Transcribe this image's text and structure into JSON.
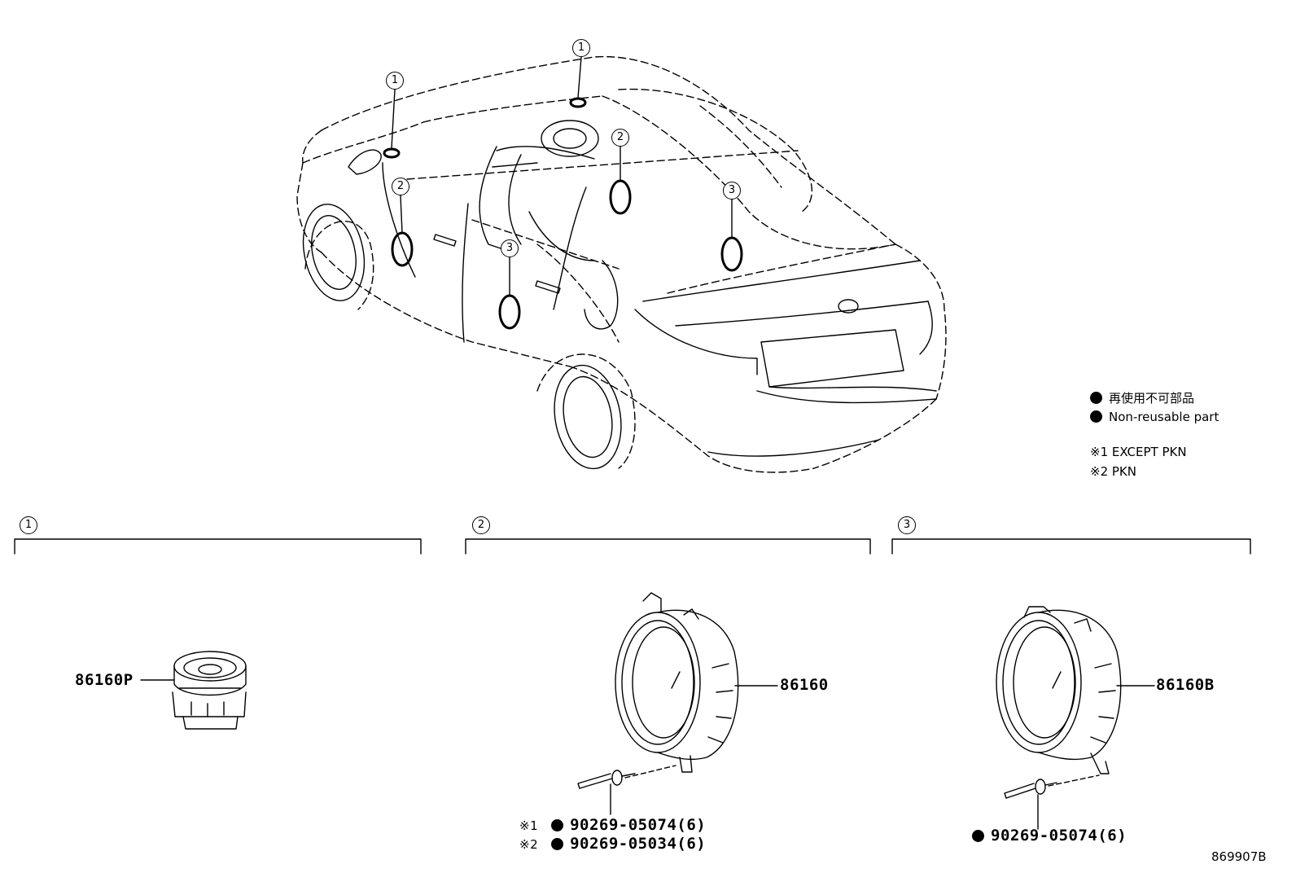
{
  "diagram_id": "869907B",
  "legend": {
    "non_reusable_jp": "再使用不可部品",
    "non_reusable_en": "Non-reusable part",
    "note1": "※1 EXCEPT PKN",
    "note2": "※2 PKN"
  },
  "callouts": [
    "1",
    "2",
    "3"
  ],
  "sections": [
    {
      "num": "1",
      "part": "86160P"
    },
    {
      "num": "2",
      "part": "86160",
      "rivets": [
        {
          "mark": "※1",
          "part": "90269-05074(6)"
        },
        {
          "mark": "※2",
          "part": "90269-05034(6)"
        }
      ]
    },
    {
      "num": "3",
      "part": "86160B",
      "rivets": [
        {
          "mark": "",
          "part": "90269-05074(6)"
        }
      ]
    }
  ],
  "colors": {
    "line": "#000000",
    "background": "#ffffff"
  }
}
